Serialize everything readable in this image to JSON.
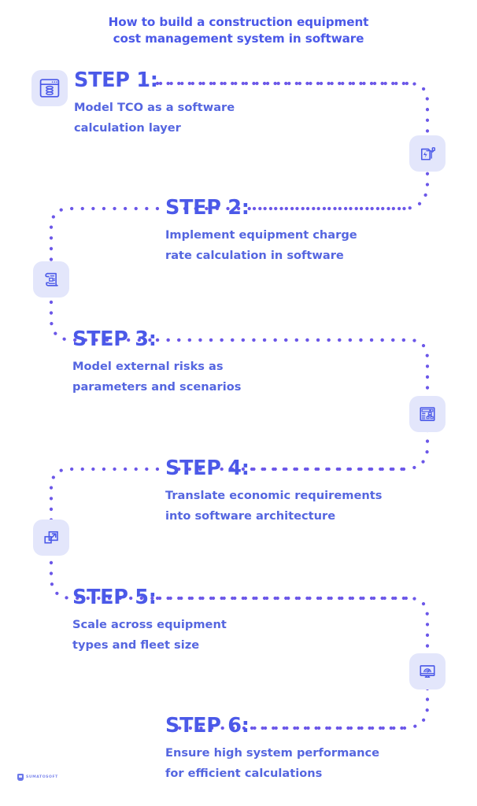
{
  "title": {
    "line1": "How to build a construction equipment",
    "line2": "cost management system in software"
  },
  "colors": {
    "accent": "#4b59e8",
    "text": "#5566e0",
    "dots": "#6b57e8",
    "tile_bg": "#e3e6fb",
    "page_bg": "#ffffff"
  },
  "steps": [
    {
      "label": "STEP 1:",
      "desc_line1": "Model TCO as a software",
      "desc_line2": "calculation layer",
      "icon": "browser-database-icon"
    },
    {
      "label": "STEP 2:",
      "desc_line1": "Implement equipment charge",
      "desc_line2": "rate calculation in software",
      "icon": "scroll-document-icon"
    },
    {
      "label": "STEP 3:",
      "desc_line1": "Model external risks as",
      "desc_line2": "parameters and scenarios",
      "icon": "dashboard-flowchart-icon"
    },
    {
      "label": "STEP 4:",
      "desc_line1": "Translate economic requirements",
      "desc_line2": "into software architecture",
      "icon": "scale-expand-icon"
    },
    {
      "label": "STEP 5:",
      "desc_line1": "Scale across equipment",
      "desc_line2": "types and fleet size",
      "icon": "monitor-gauge-icon"
    },
    {
      "label": "STEP 6:",
      "desc_line1": "Ensure high system performance",
      "desc_line2": "for efficient calculations",
      "icon": "battery-charge-icon"
    }
  ],
  "path_icons": [
    {
      "name": "battery-charge-icon",
      "after_step": 1
    },
    {
      "name": "scroll-document-icon",
      "after_step": 2
    },
    {
      "name": "dashboard-flowchart-icon",
      "after_step": 3
    },
    {
      "name": "scale-expand-icon",
      "after_step": 4
    },
    {
      "name": "monitor-gauge-icon",
      "after_step": 5
    }
  ],
  "logo": {
    "text": "SUMATOSOFT",
    "mark": "shield-icon"
  }
}
